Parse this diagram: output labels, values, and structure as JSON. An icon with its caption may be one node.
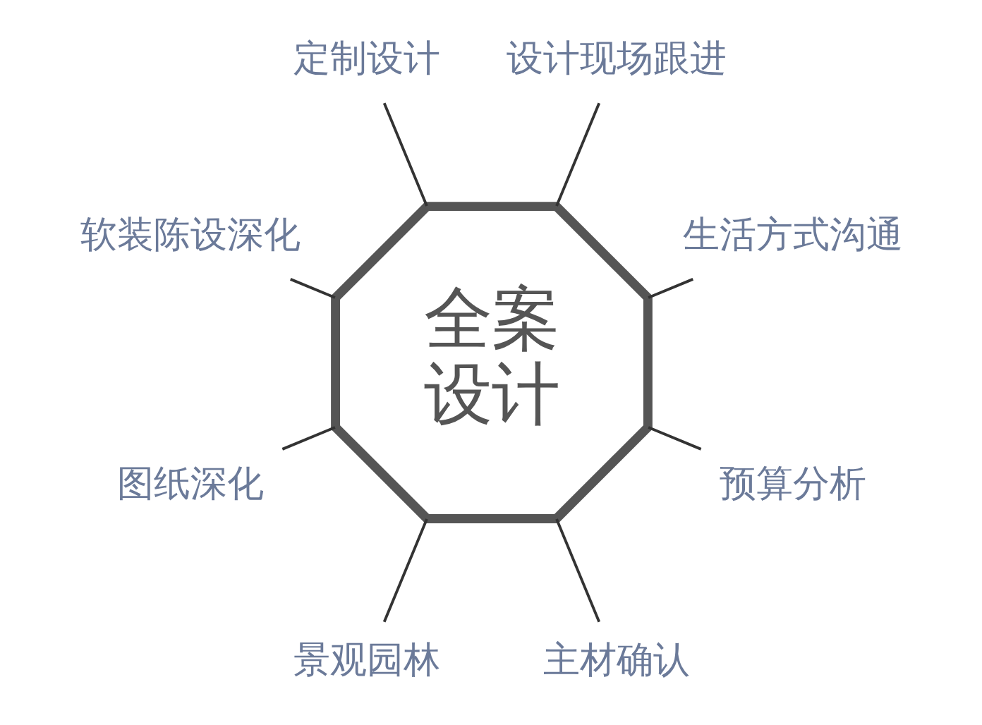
{
  "diagram": {
    "nodes": [
      {
        "text": [
          "全案设计"
        ]
      },
      {
        "text": [
          "生活方式沟通"
        ]
      },
      {
        "text": [
          "设计现场跟进"
        ]
      },
      {
        "text": [
          "定制设计"
        ]
      },
      {
        "text": [
          "软装陈设深化"
        ]
      },
      {
        "text": [
          "图纸深化"
        ]
      },
      {
        "text": [
          "景观园林"
        ]
      },
      {
        "text": [
          "主材确认"
        ]
      },
      {
        "text": [
          "预算分析"
        ]
      }
    ],
    "edges": [
      {
        "from": 0,
        "to": 1,
        "arrow": "none"
      },
      {
        "from": 0,
        "to": 3,
        "arrow": "none"
      },
      {
        "from": 0,
        "to": 5,
        "arrow": "none"
      },
      {
        "from": 0,
        "to": 7,
        "arrow": "none"
      },
      {
        "from": 0,
        "to": 8,
        "arrow": "none"
      },
      {
        "from": 0,
        "to": 6,
        "arrow": "none"
      },
      {
        "from": 0,
        "to": 4,
        "arrow": "none"
      },
      {
        "from": 0,
        "to": 2,
        "arrow": "none"
      }
    ]
  }
}
